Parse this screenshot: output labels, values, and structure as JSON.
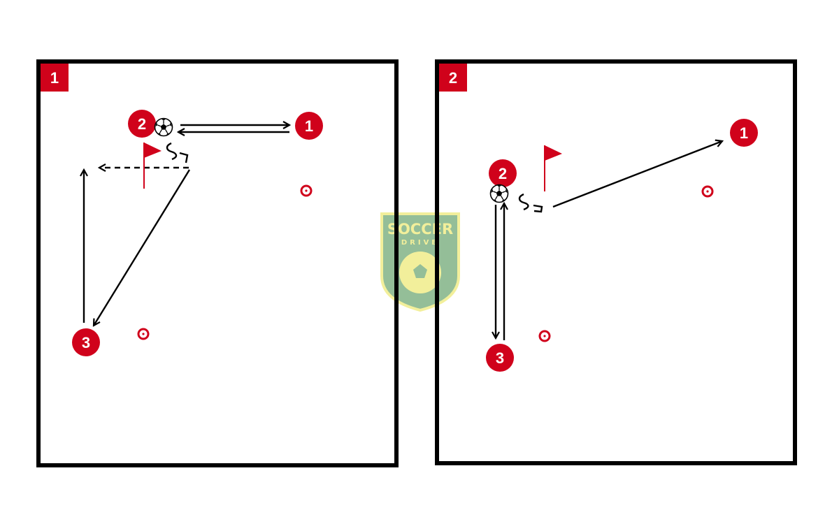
{
  "colors": {
    "accent_red": "#d0021b",
    "line": "#000000",
    "field": "#ffffff",
    "logo_green": "#3d8a45",
    "logo_yellow": "#e9e34a"
  },
  "watermark": {
    "line1": "SOCCER",
    "line2": "DRIVE"
  },
  "diagrams": [
    {
      "label": "1",
      "players": [
        {
          "id": "player-1",
          "number": "1"
        },
        {
          "id": "player-2",
          "number": "2",
          "has_ball": true
        },
        {
          "id": "player-3",
          "number": "3"
        }
      ],
      "cones": 2,
      "flags": 1,
      "movements": [
        "pass 2→1",
        "return pass 1→2",
        "dribble",
        "pass to 3",
        "run 3 forward",
        "dashed run"
      ]
    },
    {
      "label": "2",
      "players": [
        {
          "id": "player-1",
          "number": "1"
        },
        {
          "id": "player-2",
          "number": "2",
          "has_ball": true
        },
        {
          "id": "player-3",
          "number": "3"
        }
      ],
      "cones": 2,
      "flags": 1,
      "movements": [
        "pass 2→3",
        "return pass 3→2",
        "dribble",
        "pass to 1"
      ]
    }
  ]
}
